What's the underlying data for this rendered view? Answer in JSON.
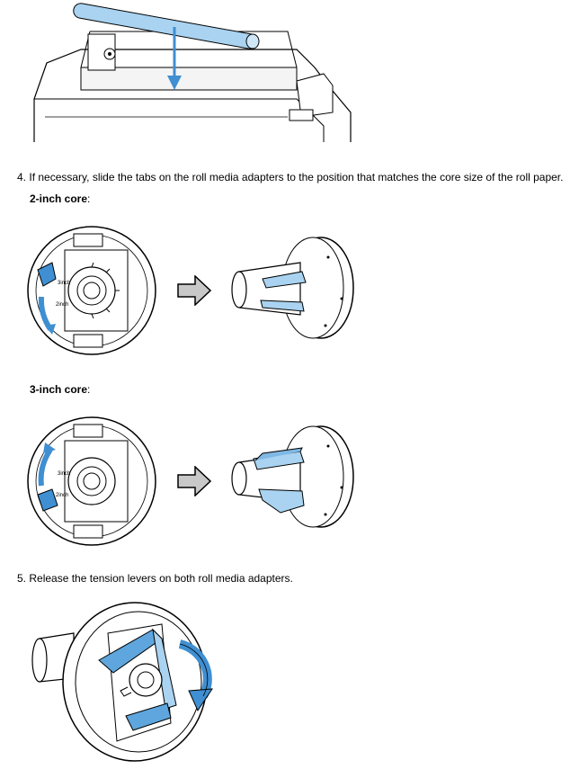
{
  "steps": [
    {
      "number": "4.",
      "text": "If necessary, slide the tabs on the roll media adapters to the position that matches the core size of the roll paper."
    },
    {
      "number": "5.",
      "text": "Release the tension levers on both roll media adapters."
    }
  ],
  "sections": [
    {
      "label": "2-inch core",
      "colon": ":"
    },
    {
      "label": "3-inch core",
      "colon": ":"
    }
  ],
  "dial_marks": {
    "three_inch": "3inch",
    "two_inch": "2inch"
  },
  "colors": {
    "accent_blue": "#3f8fd2",
    "light_blue": "#a9d3f0",
    "arrow_gray": "#c8c8c8",
    "line": "#000000"
  }
}
